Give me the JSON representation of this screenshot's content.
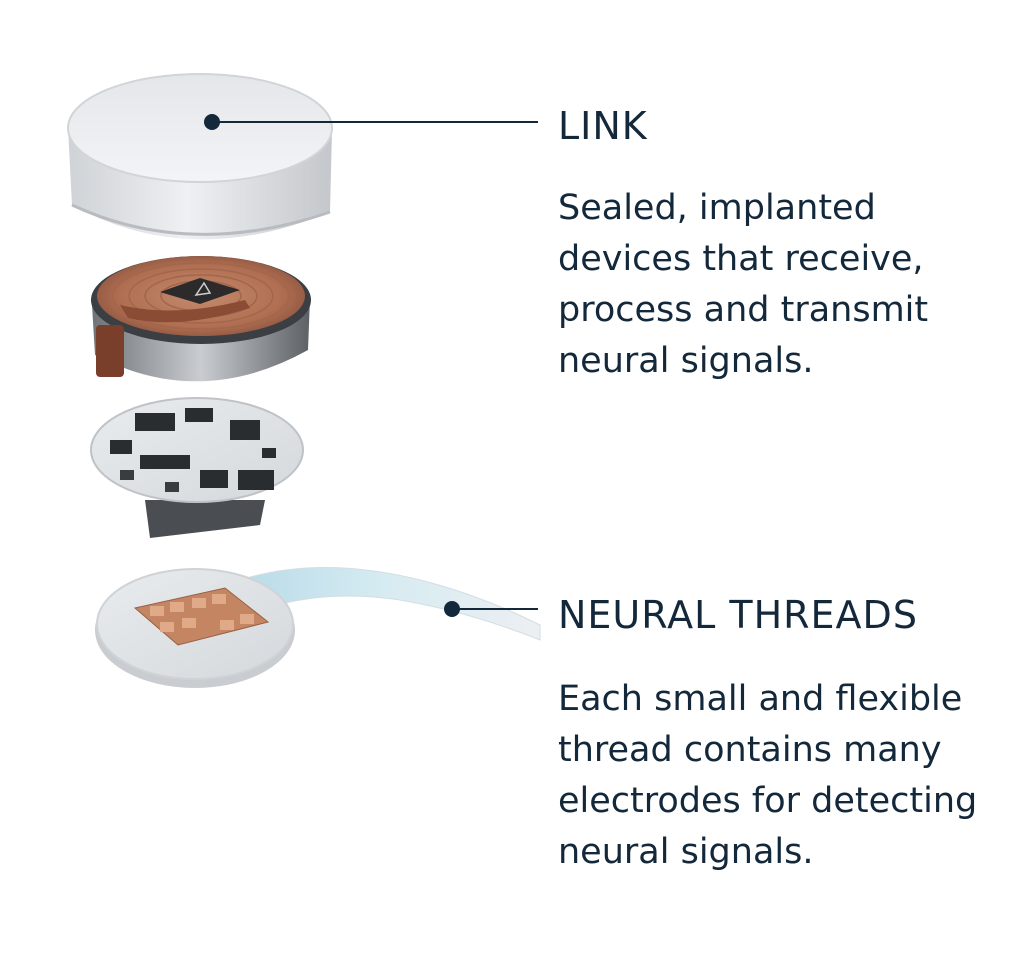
{
  "link": {
    "title": "LINK",
    "description_lines": [
      "Sealed, implanted",
      "devices that receive,",
      "process and transmit",
      "neural signals."
    ]
  },
  "neural_threads": {
    "title": "NEURAL THREADS",
    "description_lines": [
      "Each small and flexible",
      "thread contains many",
      "electrodes for detecting",
      "neural signals."
    ]
  },
  "colors": {
    "text": "#13283a",
    "leader_line": "#13283a",
    "copper": "#b9785a",
    "board": "#dcdcdc"
  },
  "icons": {
    "chip_logo": "triangle-logo-icon"
  }
}
